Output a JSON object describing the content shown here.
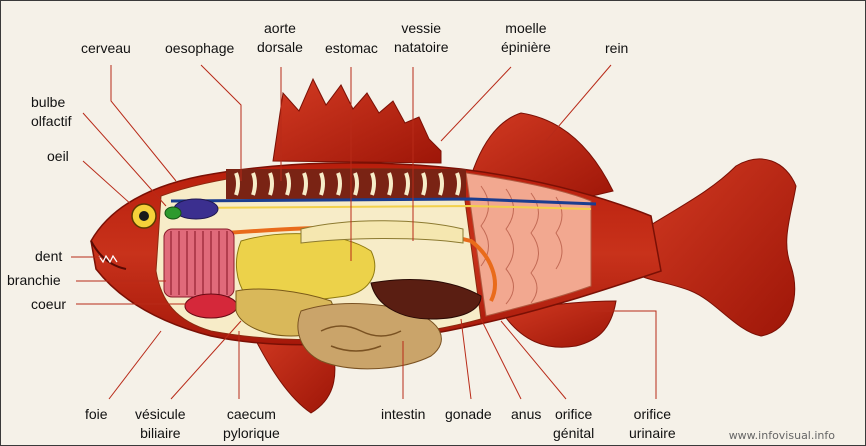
{
  "labels": {
    "cerveau": "cerveau",
    "oesophage": "oesophage",
    "aorte": [
      "aorte",
      "dorsale"
    ],
    "estomac": "estomac",
    "vessie": [
      "vessie",
      "natatoire"
    ],
    "moelle": [
      "moelle",
      "épinière"
    ],
    "rein": "rein",
    "bulbe": [
      "bulbe",
      "olfactif"
    ],
    "oeil": "oeil",
    "dent": "dent",
    "branchie": "branchie",
    "coeur": "coeur",
    "foie": "foie",
    "vesicule": [
      "vésicule",
      "biliaire"
    ],
    "caecum": [
      "caecum",
      "pylorique"
    ],
    "intestin": "intestin",
    "gonade": "gonade",
    "anus": "anus",
    "orifice_genital": [
      "orifice",
      "génital"
    ],
    "orifice_urinaire": [
      "orifice",
      "urinaire"
    ]
  },
  "credit": "www.infovisual.info"
}
